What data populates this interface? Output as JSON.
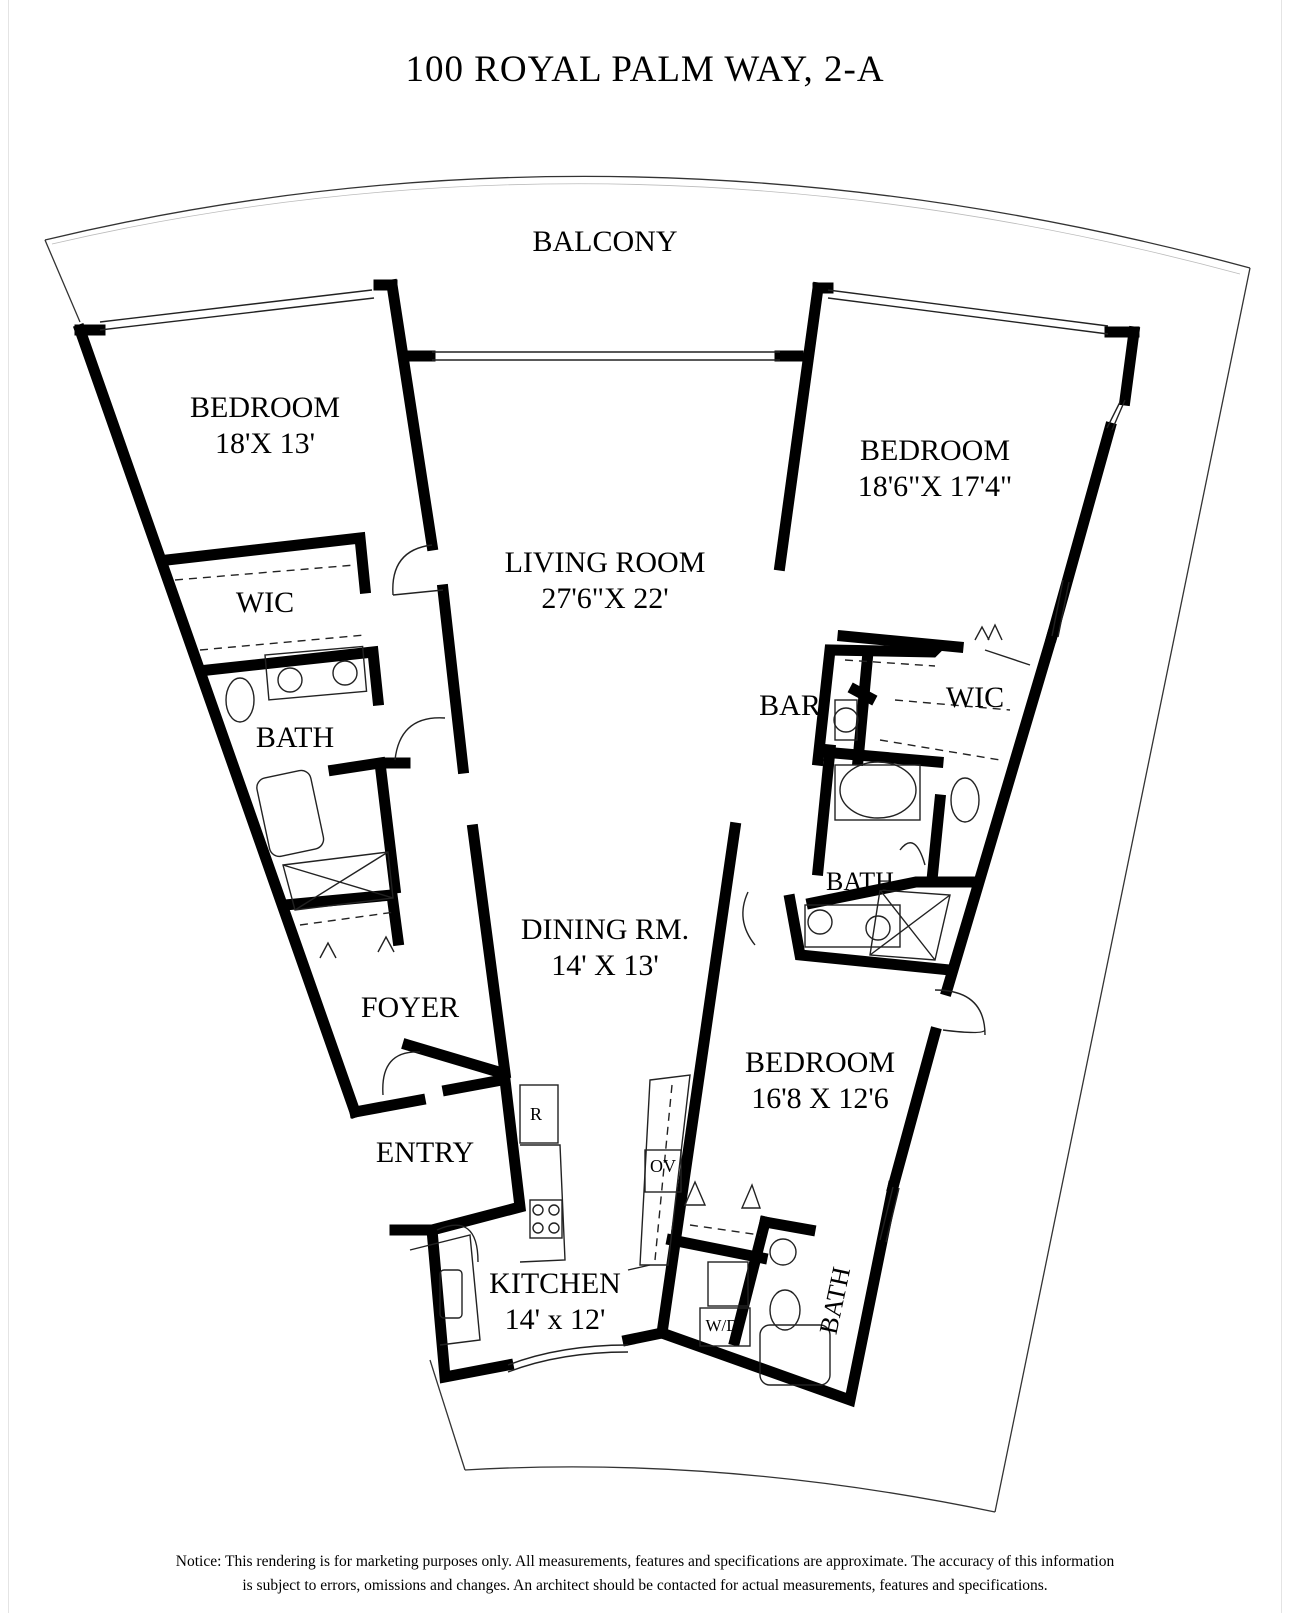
{
  "title": "100 ROYAL PALM WAY,  2-A",
  "rooms": {
    "balcony": {
      "name": "BALCONY"
    },
    "bedroom_left": {
      "name": "BEDROOM",
      "size": "18'X 13'"
    },
    "wic_left": {
      "name": "WIC"
    },
    "bath_left": {
      "name": "BATH"
    },
    "living_room": {
      "name": "LIVING ROOM",
      "size": "27'6\"X 22'"
    },
    "bedroom_right": {
      "name": "BEDROOM",
      "size": "18'6\"X 17'4\""
    },
    "bar": {
      "name": "BAR"
    },
    "wic_right": {
      "name": "WIC"
    },
    "bath_right": {
      "name": "BATH"
    },
    "dining": {
      "name": "DINING RM.",
      "size": "14' X 13'"
    },
    "foyer": {
      "name": "FOYER"
    },
    "entry": {
      "name": "ENTRY"
    },
    "bedroom_bottom": {
      "name": "BEDROOM",
      "size": "16'8 X 12'6"
    },
    "kitchen": {
      "name": "KITCHEN",
      "size": "14' x 12'"
    },
    "bath_bottom": {
      "name": "BATH"
    }
  },
  "fixtures": {
    "refrigerator": "R",
    "oven": "OV",
    "washer_dryer": "W/D"
  },
  "notice": {
    "line1": "Notice: This rendering is for marketing purposes only. All measurements, features and specifications are approximate. The accuracy of this information",
    "line2": "is subject to errors, omissions and changes. An architect should be contacted for actual measurements, features and specifications."
  }
}
